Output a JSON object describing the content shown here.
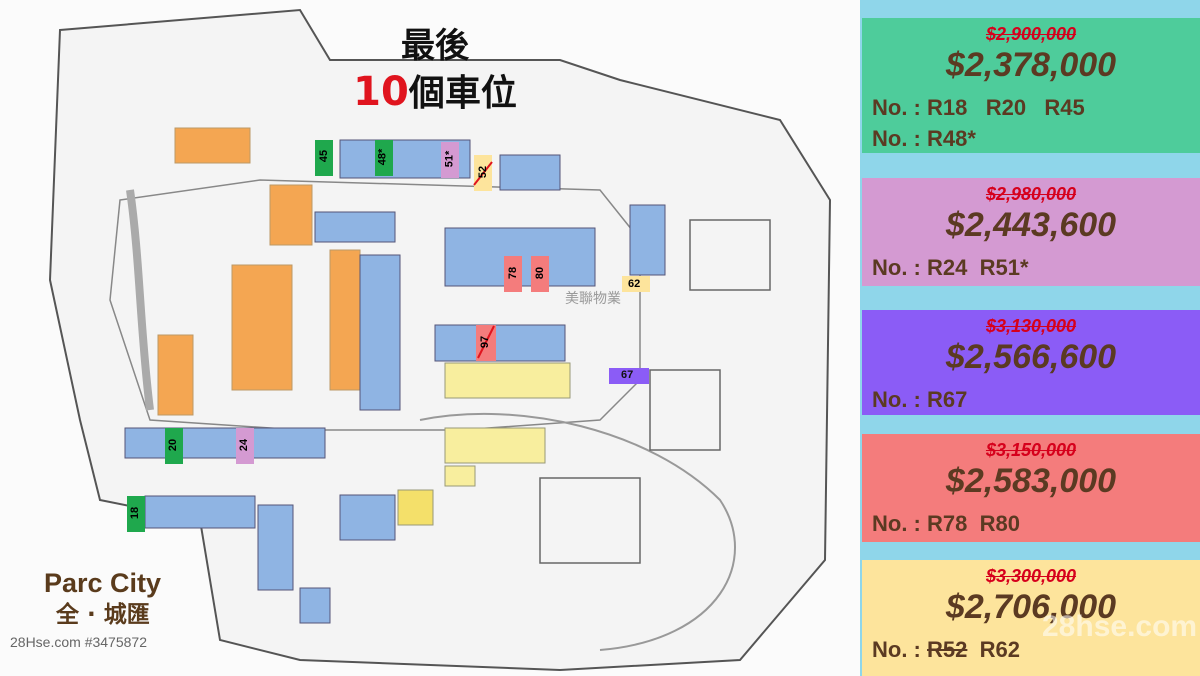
{
  "headline": {
    "line1": "最後",
    "number": "10",
    "suffix": "個車位"
  },
  "brand": {
    "name_en": "Parc City",
    "name_zh": "全 · 城匯"
  },
  "credit": "28Hse.com #3475872",
  "plan_watermark": "美聯物業",
  "lot_labels": [
    "45",
    "48*",
    "51*",
    "52",
    "78",
    "80",
    "62",
    "97",
    "67",
    "20",
    "24",
    "18"
  ],
  "price_cards": [
    {
      "old_price": "$2,900,000",
      "price": "$2,378,000",
      "lines": [
        [
          "No. : R18",
          "R20",
          "R45"
        ],
        [
          "No. : R48*"
        ]
      ],
      "color": "#4ecc9b"
    },
    {
      "old_price": "$2,980,000",
      "price": "$2,443,600",
      "lines": [
        [
          "No. : R24",
          "R51*"
        ]
      ],
      "color": "#d49ad2"
    },
    {
      "old_price": "$3,130,000",
      "price": "$2,566,600",
      "lines": [
        [
          "No. : R67"
        ]
      ],
      "color": "#8b5cf6"
    },
    {
      "old_price": "$3,150,000",
      "price": "$2,583,000",
      "lines": [
        [
          "No. : R78",
          "R80"
        ]
      ],
      "color": "#f47c7c"
    },
    {
      "old_price": "$3,300,000",
      "price": "$2,706,000",
      "lines": [
        [
          "No. : ",
          "R52",
          "R62"
        ]
      ],
      "struck": "R52",
      "color": "#fde49c",
      "watermark": "28hse.com"
    }
  ],
  "colors": {
    "panel_bg": "#8fd6ea",
    "red_accent": "#e0141e",
    "brown_text": "#5b3a22"
  }
}
